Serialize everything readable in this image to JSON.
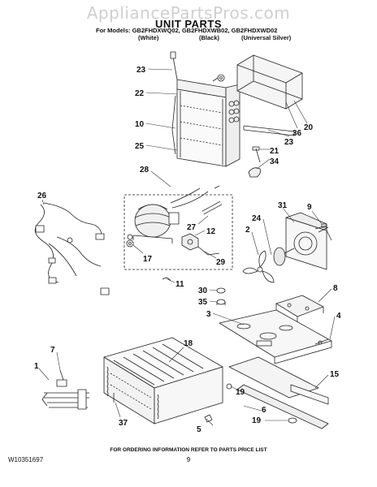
{
  "watermark": "AppliancePartsPros.com",
  "title": "UNIT PARTS",
  "models_line": "For Models: GB2FHDXWQ02, GB2FHDXWB02, GB2FHDXWD02",
  "finishes": [
    "(White)",
    "(Black)",
    "(Universal Silver)"
  ],
  "callouts": [
    "23",
    "22",
    "10",
    "25",
    "28",
    "26",
    "27",
    "12",
    "17",
    "29",
    "11",
    "30",
    "35",
    "3",
    "7",
    "1",
    "18",
    "37",
    "5",
    "20",
    "36",
    "23",
    "21",
    "34",
    "9",
    "31",
    "24",
    "2",
    "8",
    "4",
    "15",
    "19",
    "6",
    "19"
  ],
  "footer": {
    "part_number": "W10351697",
    "note": "FOR ORDERING INFORMATION REFER TO PARTS PRICE LIST",
    "page": "9"
  }
}
